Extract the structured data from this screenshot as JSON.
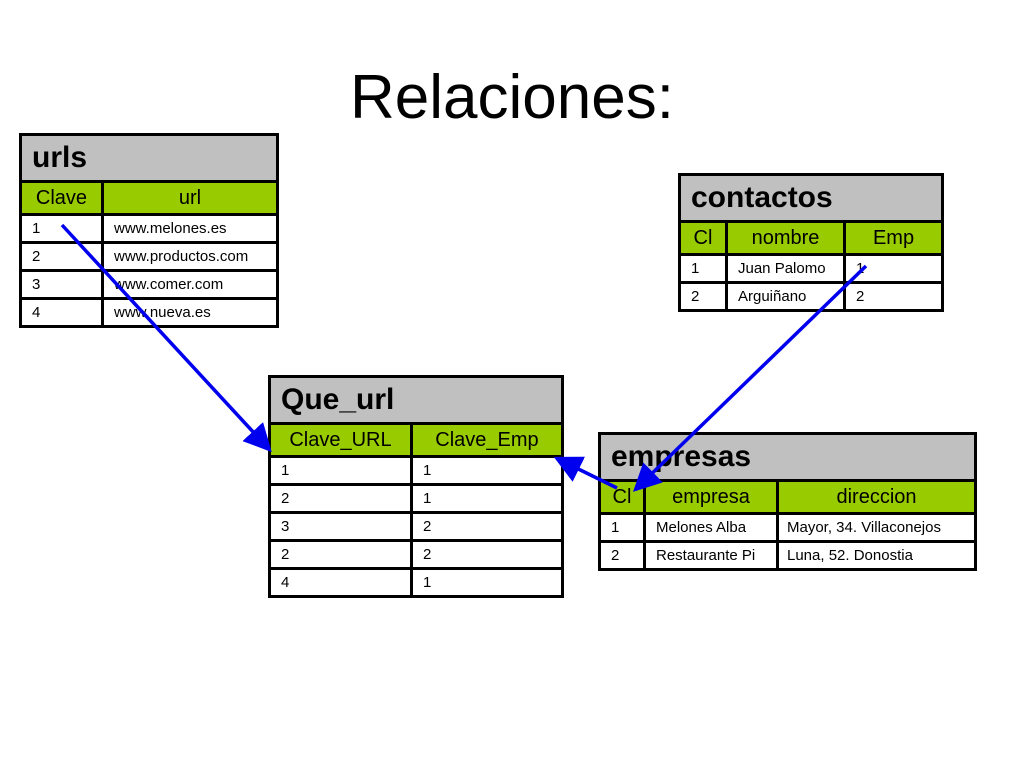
{
  "title": "Relaciones:",
  "tables": {
    "urls": {
      "name": "urls",
      "columns": [
        "Clave",
        "url"
      ],
      "rows": [
        [
          "1",
          "www.melones.es"
        ],
        [
          "2",
          "www.productos.com"
        ],
        [
          "3",
          "www.comer.com"
        ],
        [
          "4",
          "www.nueva.es"
        ]
      ]
    },
    "contactos": {
      "name": "contactos",
      "columns": [
        "Cl",
        "nombre",
        "Emp"
      ],
      "rows": [
        [
          "1",
          "Juan Palomo",
          "1"
        ],
        [
          "2",
          "Arguiñano",
          "2"
        ]
      ]
    },
    "que_url": {
      "name": "Que_url",
      "columns": [
        "Clave_URL",
        "Clave_Emp"
      ],
      "rows": [
        [
          "1",
          "1"
        ],
        [
          "2",
          "1"
        ],
        [
          "3",
          "2"
        ],
        [
          "2",
          "2"
        ],
        [
          "4",
          "1"
        ]
      ]
    },
    "empresas": {
      "name": "empresas",
      "columns": [
        "Cl",
        "empresa",
        "direccion"
      ],
      "rows": [
        [
          "1",
          "Melones Alba",
          "Mayor, 34. Villaconejos"
        ],
        [
          "2",
          "Restaurante Pi",
          "Luna, 52. Donostia"
        ]
      ]
    }
  },
  "colors": {
    "header_green": "#99cc00",
    "table_name_gray": "#c0c0c0",
    "arrow_blue": "#0000ee"
  }
}
